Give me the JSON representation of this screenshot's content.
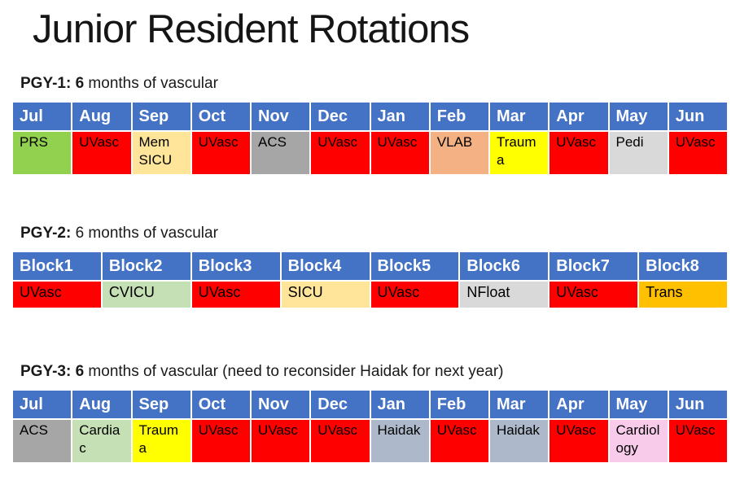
{
  "title": "Junior Resident Rotations",
  "colors": {
    "header_bg": "#4472C4",
    "header_text": "#FFFFFF",
    "uvasc_red": "#FF0000",
    "prs_green": "#92D050",
    "sicu_tan": "#FFE599",
    "acs_gray": "#A6A6A6",
    "vlab_salmon": "#F4B183",
    "trauma_yellow": "#FFFF00",
    "pedi_gray": "#D9D9D9",
    "cvicu_green": "#C5E0B4",
    "trans_gold": "#FFC000",
    "haidak_bluegray": "#ADB9CA",
    "cardiology_pink": "#F8CBEB"
  },
  "sections": [
    {
      "name": "pgy1",
      "heading_bold": "PGY-1: 6",
      "heading_rest": " months of vascular",
      "columns": [
        "Jul",
        "Aug",
        "Sep",
        "Oct",
        "Nov",
        "Dec",
        "Jan",
        "Feb",
        "Mar",
        "Apr",
        "May",
        "Jun"
      ],
      "cells": [
        {
          "label": "PRS",
          "color": "#92D050"
        },
        {
          "label": "UVasc",
          "color": "#FF0000"
        },
        {
          "label": "Mem SICU",
          "color": "#FFE599"
        },
        {
          "label": "UVasc",
          "color": "#FF0000"
        },
        {
          "label": "ACS",
          "color": "#A6A6A6"
        },
        {
          "label": "UVasc",
          "color": "#FF0000"
        },
        {
          "label": "UVasc",
          "color": "#FF0000"
        },
        {
          "label": "VLAB",
          "color": "#F4B183"
        },
        {
          "label": "Trauma",
          "color": "#FFFF00"
        },
        {
          "label": "UVasc",
          "color": "#FF0000"
        },
        {
          "label": "Pedi",
          "color": "#D9D9D9"
        },
        {
          "label": "UVasc",
          "color": "#FF0000"
        }
      ]
    },
    {
      "name": "pgy2",
      "heading_bold": "PGY-2:",
      "heading_rest": " 6 months of vascular",
      "columns": [
        "Block1",
        "Block2",
        "Block3",
        "Block4",
        "Block5",
        "Block6",
        "Block7",
        "Block8"
      ],
      "cells": [
        {
          "label": "UVasc",
          "color": "#FF0000"
        },
        {
          "label": "CVICU",
          "color": "#C5E0B4"
        },
        {
          "label": "UVasc",
          "color": "#FF0000"
        },
        {
          "label": "SICU",
          "color": "#FFE599"
        },
        {
          "label": "UVasc",
          "color": "#FF0000"
        },
        {
          "label": "NFloat",
          "color": "#D9D9D9"
        },
        {
          "label": "UVasc",
          "color": "#FF0000"
        },
        {
          "label": "Trans",
          "color": "#FFC000"
        }
      ]
    },
    {
      "name": "pgy3",
      "heading_bold": "PGY-3: 6",
      "heading_rest": " months of vascular (need to reconsider Haidak for next year)",
      "columns": [
        "Jul",
        "Aug",
        "Sep",
        "Oct",
        "Nov",
        "Dec",
        "Jan",
        "Feb",
        "Mar",
        "Apr",
        "May",
        "Jun"
      ],
      "cells": [
        {
          "label": "ACS",
          "color": "#A6A6A6"
        },
        {
          "label": "Cardiac",
          "color": "#C5E0B4"
        },
        {
          "label": "Trauma",
          "color": "#FFFF00"
        },
        {
          "label": "UVasc",
          "color": "#FF0000"
        },
        {
          "label": "UVasc",
          "color": "#FF0000"
        },
        {
          "label": "UVasc",
          "color": "#FF0000"
        },
        {
          "label": "Haidak",
          "color": "#ADB9CA"
        },
        {
          "label": "UVasc",
          "color": "#FF0000"
        },
        {
          "label": "Haidak",
          "color": "#ADB9CA"
        },
        {
          "label": "UVasc",
          "color": "#FF0000"
        },
        {
          "label": "Cardiology",
          "color": "#F8CBEB"
        },
        {
          "label": "UVasc",
          "color": "#FF0000"
        }
      ]
    }
  ]
}
